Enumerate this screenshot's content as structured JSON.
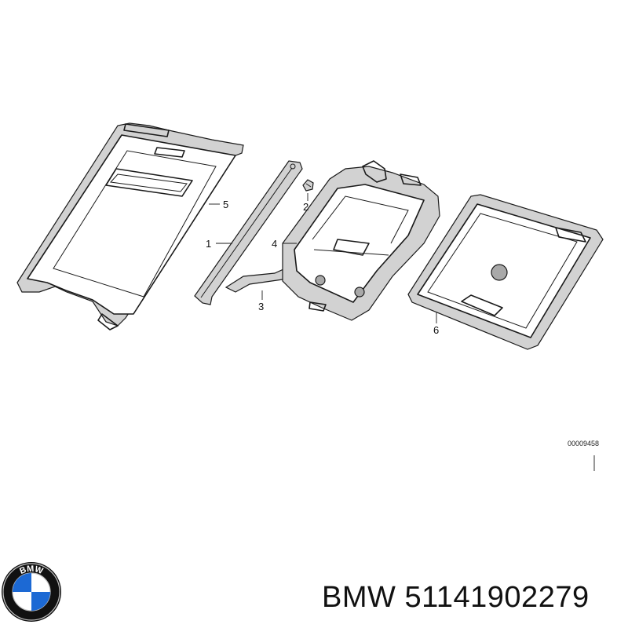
{
  "diagram": {
    "callouts": [
      {
        "id": "1",
        "label": "1"
      },
      {
        "id": "2",
        "label": "2"
      },
      {
        "id": "3",
        "label": "3"
      },
      {
        "id": "4",
        "label": "4"
      },
      {
        "id": "5",
        "label": "5"
      },
      {
        "id": "6",
        "label": "6"
      }
    ],
    "reference_number": "00009458"
  },
  "logo": {
    "name": "bmw-roundel-logo",
    "lettering": "BMW",
    "colors": {
      "blue": "#1c69d4",
      "white": "#ffffff",
      "ring": "#111111",
      "silver": "#c0c0c0"
    }
  },
  "footer": {
    "brand": "BMW",
    "part_number": "51141902279"
  }
}
